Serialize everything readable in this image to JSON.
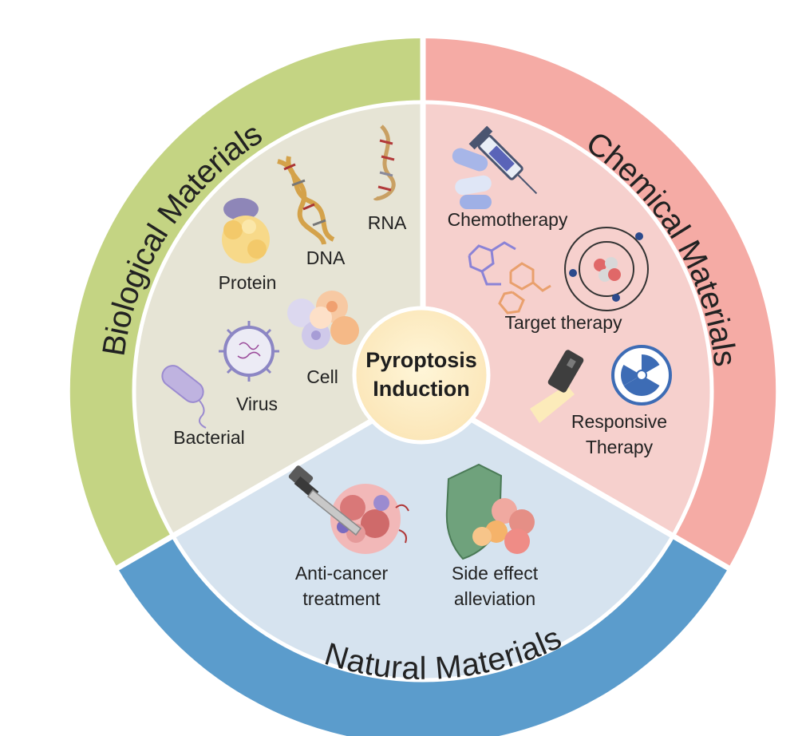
{
  "center": {
    "line1": "Pyroptosis",
    "line2": "Induction"
  },
  "sections": {
    "biological": {
      "title": "Biological Materials",
      "color": "#c4d483",
      "inner_color": "#e6e4d5",
      "items": {
        "rna": "RNA",
        "dna": "DNA",
        "protein": "Protein",
        "cell": "Cell",
        "virus": "Virus",
        "bacterial": "Bacterial"
      }
    },
    "chemical": {
      "title": "Chemical Materials",
      "color": "#f5aba5",
      "inner_color": "#f6d0cd",
      "items": {
        "chemotherapy": "Chemotherapy",
        "target": "Target therapy",
        "responsive_1": "Responsive",
        "responsive_2": "Therapy"
      }
    },
    "natural": {
      "title": "Natural Materials",
      "color": "#5b9ccc",
      "inner_color": "#d6e3ef",
      "items": {
        "anticancer_1": "Anti-cancer",
        "anticancer_2": "treatment",
        "side_1": "Side effect",
        "side_2": "alleviation"
      }
    }
  },
  "icons": [
    "rna-helix-icon",
    "dna-helix-icon",
    "protein-icon",
    "cell-cluster-icon",
    "virus-icon",
    "bacterium-icon",
    "syringe-icon",
    "pill-capsule-icon",
    "molecule-structure-icon",
    "atom-icon",
    "flashlight-icon",
    "radiation-icon",
    "dagger-icon",
    "tumor-icon",
    "shield-icon"
  ]
}
